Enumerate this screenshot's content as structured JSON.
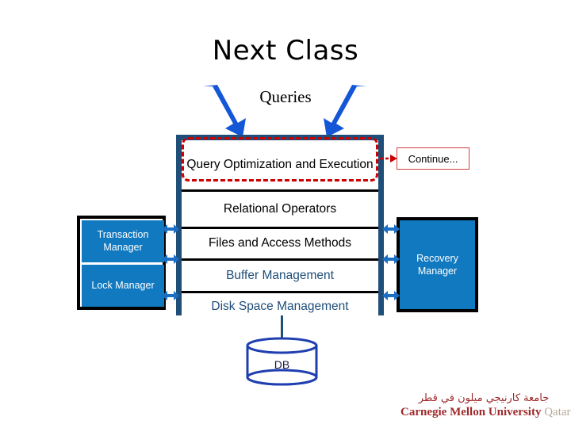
{
  "slide": {
    "title": "Next Class",
    "subtitle": "Queries",
    "background": "#ffffff"
  },
  "colors": {
    "stack_border": "#1F4E79",
    "manager_blue": "#1179BF",
    "highlight_red": "#CC0000",
    "continue_border": "#D04040",
    "db_outline": "#1F3FB0",
    "logo_maroon": "#9E2A2B",
    "logo_tan": "#B8A99A",
    "arrow_blue": "#1A6FC4",
    "diagonal_arrow_blue": "#1457D6"
  },
  "architecture": {
    "stack_name": "dbms-architecture-stack",
    "rows": [
      {
        "id": "query-optimization-and-execution",
        "label": "Query Optimization and Execution",
        "text_color": "#000000",
        "highlighted": true
      },
      {
        "id": "relational-operators",
        "label": "Relational Operators",
        "text_color": "#000000",
        "highlighted": false
      },
      {
        "id": "files-and-access-methods",
        "label": "Files and Access Methods",
        "text_color": "#000000",
        "highlighted": false
      },
      {
        "id": "buffer-management",
        "label": "Buffer Management",
        "text_color": "#1F4E79",
        "highlighted": false
      },
      {
        "id": "disk-space-management",
        "label": "Disk Space Management",
        "text_color": "#1F4E79",
        "highlighted": false
      }
    ],
    "left_column": {
      "name": "concurrency-control-group",
      "boxes": [
        {
          "id": "transaction-manager",
          "label": "Transaction Manager"
        },
        {
          "id": "lock-manager",
          "label": "Lock Manager"
        }
      ]
    },
    "right_column": {
      "name": "recovery-group",
      "boxes": [
        {
          "id": "recovery-manager",
          "label": "Recovery Manager"
        }
      ]
    },
    "storage": {
      "id": "database-cylinder",
      "label": "DB"
    },
    "callout": {
      "id": "continue-callout",
      "label": "Continue..."
    }
  },
  "annotations": {
    "diagonal_arrows": [
      {
        "id": "queries-arrow-left",
        "direction": "down-right"
      },
      {
        "id": "queries-arrow-right",
        "direction": "down-left"
      }
    ],
    "connector_arrows": [
      {
        "id": "txn-to-files",
        "style": "double-headed"
      },
      {
        "id": "txn-to-buffer",
        "style": "double-headed"
      },
      {
        "id": "lock-to-disk",
        "style": "double-headed"
      },
      {
        "id": "files-to-recovery",
        "style": "double-headed"
      },
      {
        "id": "buffer-to-recovery",
        "style": "double-headed"
      },
      {
        "id": "disk-to-recovery",
        "style": "double-headed"
      }
    ]
  },
  "logo": {
    "arabic": "جامعة كارنيجي ميلون في قطر",
    "english_primary": "Carnegie Mellon University",
    "english_secondary": "Qatar"
  }
}
